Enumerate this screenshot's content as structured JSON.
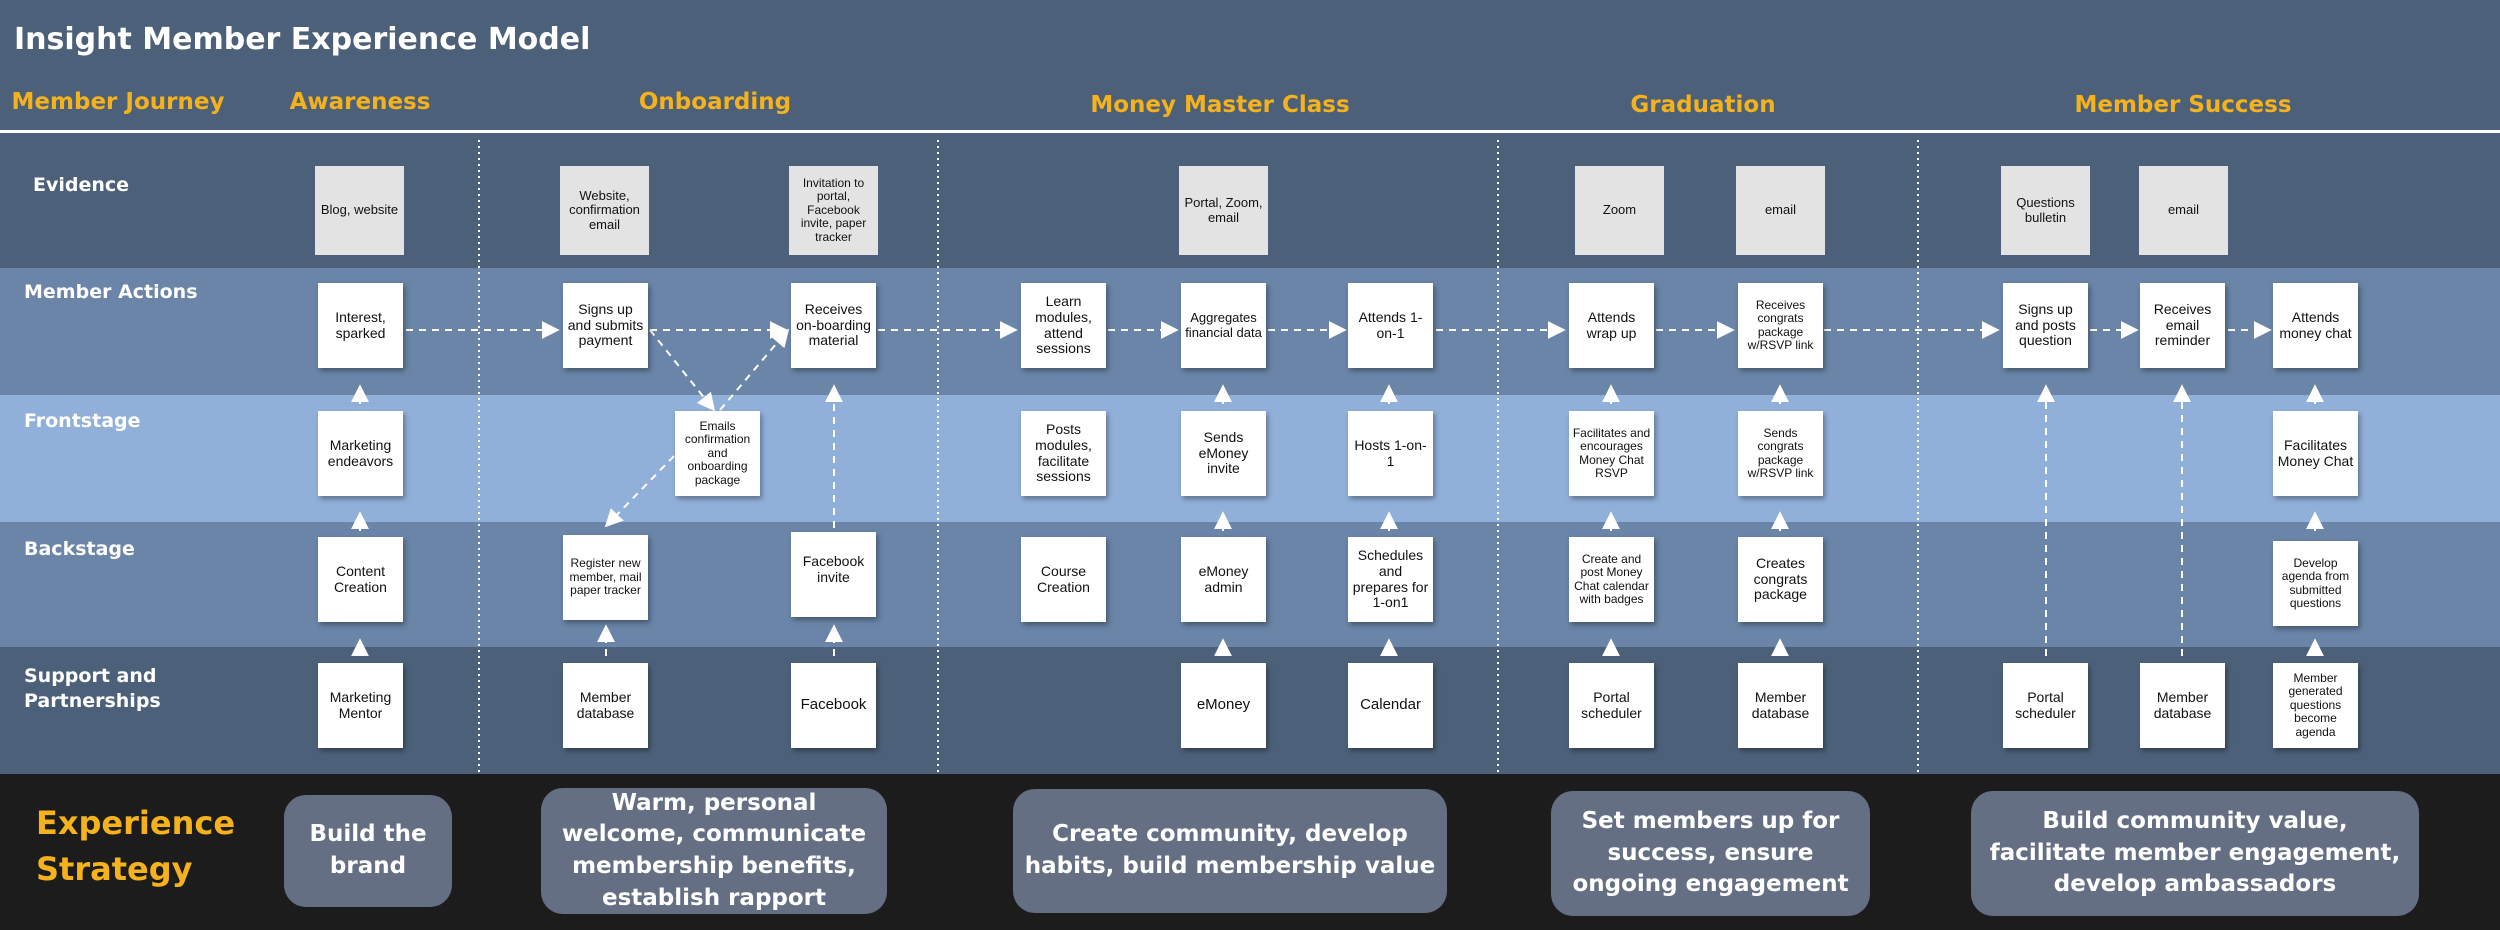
{
  "title": "Insight Member Experience Model",
  "stages": {
    "member_journey": "Member Journey",
    "awareness": "Awareness",
    "onboarding": "Onboarding",
    "money_master_class": "Money Master Class",
    "graduation": "Graduation",
    "member_success": "Member Success"
  },
  "rows": {
    "evidence": "Evidence",
    "member_actions": "Member Actions",
    "frontstage": "Frontstage",
    "backstage": "Backstage",
    "support": "Support and Partnerships"
  },
  "notes": {
    "ev_blog": "Blog, website",
    "ev_website": "Website, confirmation email",
    "ev_invitation": "Invitation to portal, Facebook invite, paper tracker",
    "ev_portal": "Portal, Zoom, email",
    "ev_zoom": "Zoom",
    "ev_email1": "email",
    "ev_questions": "Questions bulletin",
    "ev_email2": "email",
    "ma_interest": "Interest, sparked",
    "ma_signs_up": "Signs up and submits payment",
    "ma_receives_onboarding": "Receives on-boarding material",
    "ma_learn": "Learn modules, attend sessions",
    "ma_aggregates": "Aggregates financial data",
    "ma_attends_1on1": "Attends 1-on-1",
    "ma_wrapup": "Attends wrap up",
    "ma_congrats": "Receives congrats package w/RSVP link",
    "ma_posts_question": "Signs up and posts question",
    "ma_email_reminder": "Receives email reminder",
    "ma_money_chat": "Attends money chat",
    "fs_marketing": "Marketing endeavors",
    "fs_emails": "Emails confirmation and onboarding package",
    "fs_posts_modules": "Posts modules, facilitate sessions",
    "fs_sends_emoney": "Sends eMoney invite",
    "fs_hosts": "Hosts 1-on-1",
    "fs_facilitates_rsvp": "Facilitates and encourages Money Chat RSVP",
    "fs_sends_congrats": "Sends congrats package w/RSVP link",
    "fs_money_chat": "Facilitates Money Chat",
    "bs_content": "Content Creation",
    "bs_register": "Register new member, mail paper tracker",
    "bs_facebook_invite": "Facebook invite",
    "bs_course": "Course Creation",
    "bs_emoney_admin": "eMoney admin",
    "bs_schedules": "Schedules and prepares for 1-on1",
    "bs_calendar": "Create and post Money Chat calendar with badges",
    "bs_creates_congrats": "Creates congrats package",
    "bs_agenda": "Develop agenda from submitted questions",
    "sp_mentor": "Marketing Mentor",
    "sp_member_db": "Member database",
    "sp_facebook": "Facebook",
    "sp_emoney": "eMoney",
    "sp_calendar": "Calendar",
    "sp_portal1": "Portal scheduler",
    "sp_member_db2": "Member database",
    "sp_portal2": "Portal scheduler",
    "sp_member_db3": "Member database",
    "sp_generated": "Member generated questions become agenda"
  },
  "strategy": {
    "heading": "Experience Strategy",
    "awareness": "Build the brand",
    "onboarding": "Warm, personal welcome, communicate membership benefits, establish rapport",
    "money_master_class": "Create community, develop habits, build membership value",
    "graduation": "Set members up for success, ensure ongoing engagement",
    "member_success": "Build community value, facilitate member engagement, develop ambassadors"
  },
  "colors": {
    "header_bg": "#4c6179",
    "evidence_bg": "#4c6179",
    "member_actions_bg": "#6a85a8",
    "frontstage_bg": "#91b0d9",
    "backstage_bg": "#6a85a8",
    "support_bg": "#4c6179",
    "strategy_bg": "#1c1c1c",
    "accent": "#f5b21c",
    "pill": "#646f84"
  }
}
